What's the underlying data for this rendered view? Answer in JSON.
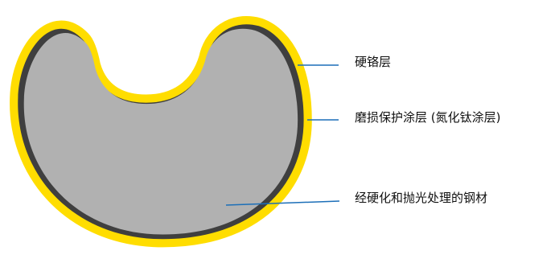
{
  "labels": [
    "硬铬层",
    "磨损保护涂层 (氮化钛涂层)",
    "经硬化和抛光处理的钢材"
  ],
  "colors": {
    "outer_coating": "#FFDD00",
    "protective_layer": "#3F3F3F",
    "steel_body": "#B1B1B1",
    "leader_line": "#1C6FB8"
  }
}
